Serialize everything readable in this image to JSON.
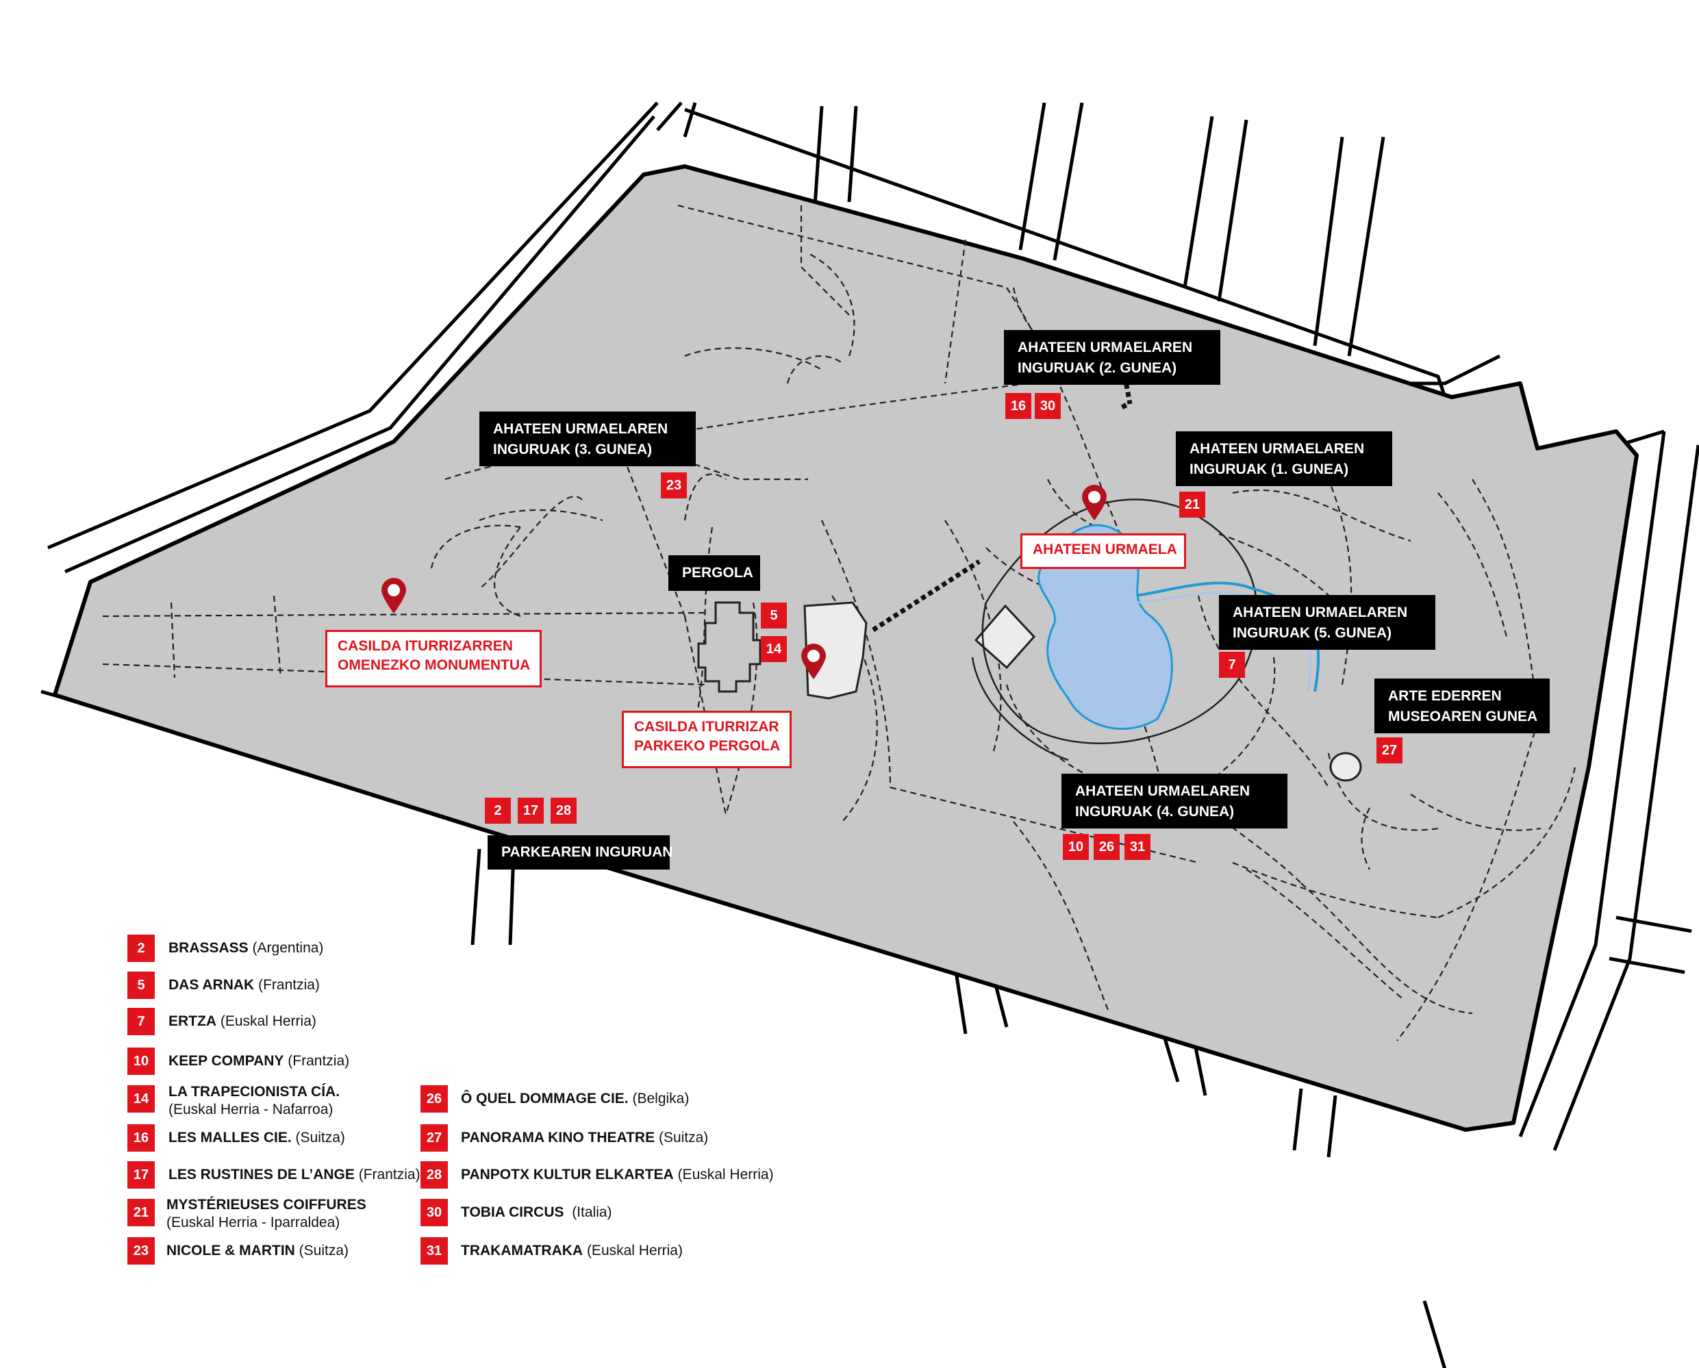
{
  "map": {
    "colors": {
      "park": "#c8c8c8",
      "water": "#a9c5ea",
      "water_edge": "#1e9ad6",
      "accent_red": "#e1141e",
      "label_black": "#000000"
    },
    "icons": [
      "map-pin-icon"
    ]
  },
  "zones": {
    "zone2": {
      "line1": "AHATEEN URMAELAREN",
      "line2": "INGURUAK (2. GUNEA)",
      "badges": [
        "16",
        "30"
      ]
    },
    "zone3": {
      "line1": "AHATEEN URMAELAREN",
      "line2": "INGURUAK (3. GUNEA)",
      "badges": [
        "23"
      ]
    },
    "zone1": {
      "line1": "AHATEEN URMAELAREN",
      "line2": "INGURUAK (1. GUNEA)",
      "badges": [
        "21"
      ]
    },
    "zone5": {
      "line1": "AHATEEN URMAELAREN",
      "line2": "INGURUAK (5. GUNEA)",
      "badges": [
        "7"
      ]
    },
    "arte": {
      "line1": "ARTE EDERREN",
      "line2": "MUSEOAREN GUNEA",
      "badges": [
        "27"
      ]
    },
    "zone4": {
      "line1": "AHATEEN URMAELAREN",
      "line2": "INGURUAK (4. GUNEA)",
      "badges": [
        "10",
        "26",
        "31"
      ]
    },
    "pergola": {
      "line1": "PERGOLA",
      "badges": [
        "5",
        "14"
      ]
    },
    "parkearen": {
      "line1": "PARKEAREN INGURUAN",
      "badges": [
        "2",
        "17",
        "28"
      ]
    }
  },
  "landmarks": {
    "monument": {
      "line1": "CASILDA ITURRIZARREN",
      "line2": "OMENEZKO MONUMENTUA"
    },
    "pergola": {
      "line1": "CASILDA ITURRIZAR",
      "line2": "PARKEKO PERGOLA"
    },
    "pond": {
      "line1": "AHATEEN URMAELA"
    }
  },
  "legend": {
    "left": [
      {
        "num": "2",
        "name": "BRASSASS",
        "origin": "(Argentina)"
      },
      {
        "num": "5",
        "name": "DAS ARNAK",
        "origin": "(Frantzia)"
      },
      {
        "num": "7",
        "name": "ERTZA",
        "origin": "(Euskal Herria)"
      },
      {
        "num": "10",
        "name": "KEEP COMPANY",
        "origin": "(Frantzia)"
      },
      {
        "num": "14",
        "name": "LA TRAPECIONISTA CÍA.",
        "origin": "(Euskal Herria - Nafarroa)"
      },
      {
        "num": "16",
        "name": "LES MALLES CIE.",
        "origin": "(Suitza)"
      },
      {
        "num": "17",
        "name": "LES RUSTINES DE L’ANGE",
        "origin": "(Frantzia)"
      },
      {
        "num": "21",
        "name": "MYSTÉRIEUSES COIFFURES",
        "origin": "(Euskal Herria - Iparraldea)"
      },
      {
        "num": "23",
        "name": "NICOLE & MARTIN",
        "origin": "(Suitza)"
      }
    ],
    "right": [
      {
        "num": "26",
        "name": "Ô QUEL DOMMAGE CIE.",
        "origin": "(Belgika)"
      },
      {
        "num": "27",
        "name": "PANORAMA KINO THEATRE",
        "origin": "(Suitza)"
      },
      {
        "num": "28",
        "name": "PANPOTX KULTUR ELKARTEA",
        "origin": "(Euskal Herria)"
      },
      {
        "num": "30",
        "name": "TOBIA CIRCUS ",
        "origin": "(Italia)"
      },
      {
        "num": "31",
        "name": "TRAKAMATRAKA",
        "origin": "(Euskal Herria)"
      }
    ]
  }
}
